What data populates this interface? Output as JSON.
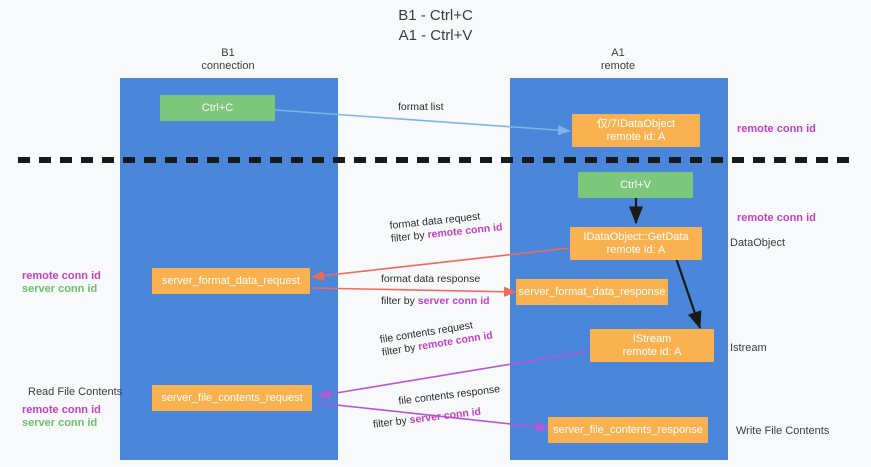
{
  "title": {
    "line1": "B1 - Ctrl+C",
    "line2": "A1 - Ctrl+V"
  },
  "lanes": [
    {
      "id": "b1",
      "name": "B1",
      "sub": "connection"
    },
    {
      "id": "a1",
      "name": "A1",
      "sub": "remote"
    }
  ],
  "nodes": {
    "ctrl_c": {
      "label": "Ctrl+C"
    },
    "ctrl_v": {
      "label": "Ctrl+V"
    },
    "idataobject": {
      "line1": "仅/7IDataObject",
      "line2": "remote id: A"
    },
    "getdata": {
      "line1": "IDataObject::GetData",
      "line2": "remote id: A"
    },
    "istream": {
      "line1": "IStream",
      "line2": "remote id: A"
    },
    "server_format_data_request": {
      "label": "server_format_data_request"
    },
    "server_format_data_response": {
      "label": "server_format_data_response"
    },
    "server_file_contents_request": {
      "label": "server_file_contents_request"
    },
    "server_file_contents_response": {
      "label": "server_file_contents_response"
    }
  },
  "edges": [
    {
      "id": "format-list",
      "label": "format list",
      "filter": "",
      "filter_prefix": ""
    },
    {
      "id": "format-data-request",
      "label": "format data request",
      "filter_prefix": "filter by ",
      "filter": "remote conn id"
    },
    {
      "id": "format-data-response",
      "label": "format data response",
      "filter_prefix": "filter by ",
      "filter": "server conn id"
    },
    {
      "id": "file-contents-request",
      "label": "file contents request",
      "filter_prefix": "filter by ",
      "filter": "remote conn id"
    },
    {
      "id": "file-contents-response",
      "label": "file contents response",
      "filter_prefix": "filter by ",
      "filter": "server conn id"
    }
  ],
  "annotations": {
    "right_remote_conn_id_top": "remote conn id",
    "right_remote_conn_id_mid": "remote conn id",
    "right_dataobject": "DataObject",
    "right_istream": "Istream",
    "right_write_file_contents": "Write File Contents",
    "left_remote_conn_id_1": "remote conn id",
    "left_server_conn_id_1": "server conn id",
    "left_read_file_contents": "Read File Contents",
    "left_remote_conn_id_2": "remote conn id",
    "left_server_conn_id_2": "server conn id"
  },
  "colors": {
    "lane": "#4a86d9",
    "green_box": "#7cc77c",
    "orange_box": "#f9b24f",
    "magenta": "#c43fc4",
    "green_text": "#6cbf6c",
    "arrow_blue": "#7fb4e8",
    "arrow_red": "#ef6a5a",
    "arrow_purple": "#b657d8",
    "arrow_black": "#1a1a1a",
    "divider": "#1a1a1a",
    "background": "#f7f9fb"
  }
}
